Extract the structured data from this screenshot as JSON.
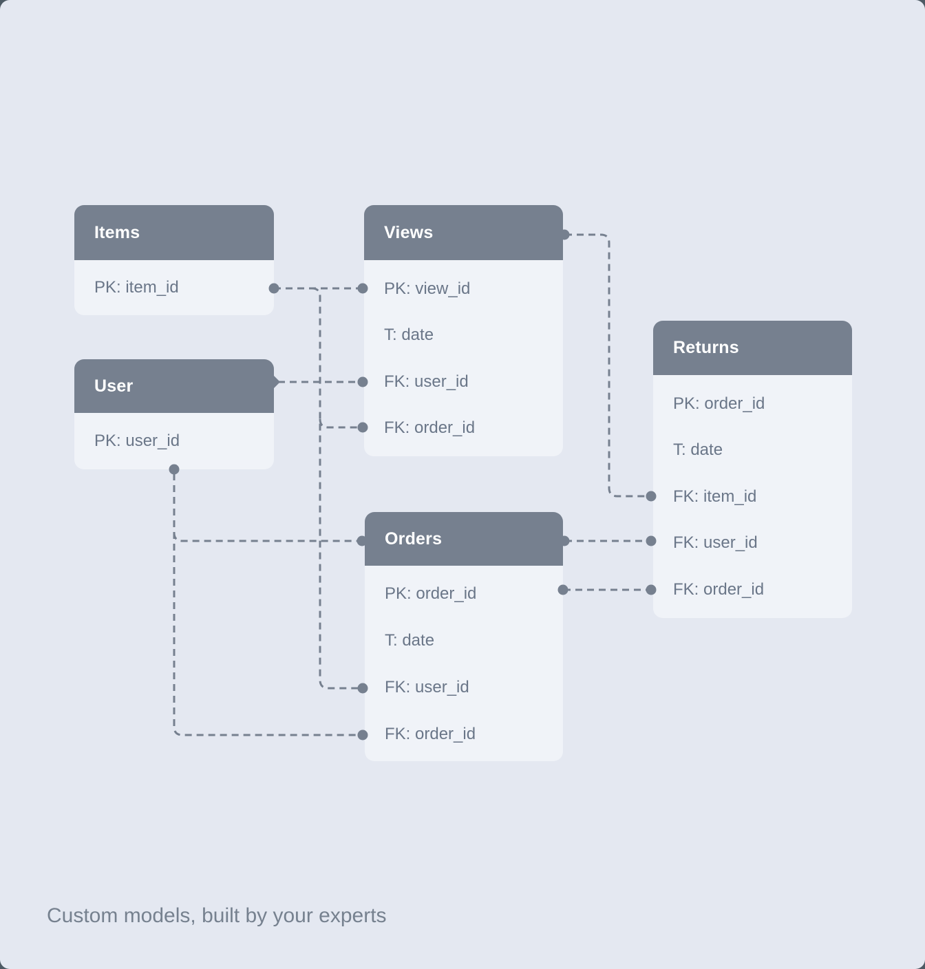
{
  "caption": "Custom models, built by your experts",
  "colors": {
    "outer": "#4D5A64",
    "background": "#E4E8F1",
    "card_body": "#F0F3F8",
    "header": "#76808F",
    "header_text": "#FFFFFF",
    "row_text": "#6A7688",
    "connector": "#76808F",
    "caption": "#76818F"
  },
  "tables": [
    {
      "title": "Items",
      "rows": [
        "PK: item_id"
      ]
    },
    {
      "title": "User",
      "rows": [
        "PK: user_id"
      ]
    },
    {
      "title": "Views",
      "rows": [
        "PK: view_id",
        "T: date",
        "FK: user_id",
        "FK: order_id"
      ]
    },
    {
      "title": "Orders",
      "rows": [
        "PK: order_id",
        "T: date",
        "FK: user_id",
        "FK: order_id"
      ]
    },
    {
      "title": "Returns",
      "rows": [
        "PK: order_id",
        "T: date",
        "FK: item_id",
        "FK: user_id",
        "FK: order_id"
      ]
    }
  ],
  "connections": [
    {
      "from": "Items.PK: item_id",
      "to": "Views.PK: view_id",
      "style": "dashed"
    },
    {
      "from": "Items.PK: item_id",
      "to": "Views.FK: order_id",
      "style": "dashed"
    },
    {
      "from": "Items.PK: item_id",
      "to": "Orders.FK: user_id",
      "style": "dashed"
    },
    {
      "from": "User",
      "to": "Views.FK: user_id",
      "style": "dashed"
    },
    {
      "from": "User",
      "to": "Orders",
      "style": "dashed"
    },
    {
      "from": "User",
      "to": "Orders.FK: order_id",
      "style": "dashed"
    },
    {
      "from": "Views",
      "to": "Returns.FK: item_id",
      "style": "dashed"
    },
    {
      "from": "Orders",
      "to": "Returns.FK: user_id",
      "style": "dashed"
    },
    {
      "from": "Orders.PK: order_id",
      "to": "Returns.FK: order_id",
      "style": "dashed"
    }
  ]
}
